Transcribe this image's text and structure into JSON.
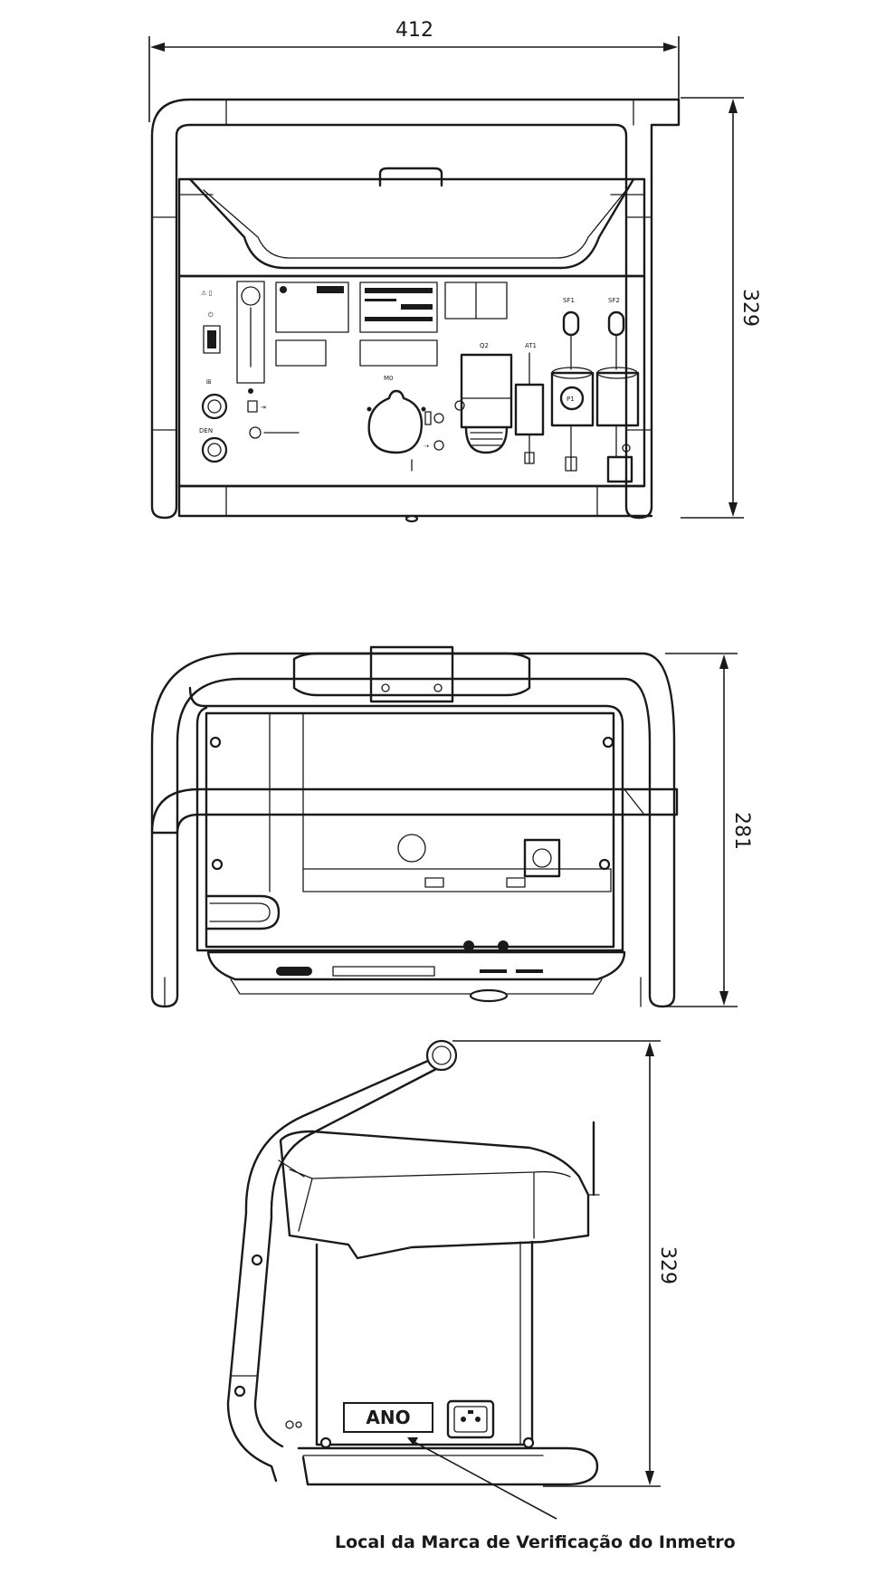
{
  "dimensions": {
    "front_width": "412",
    "front_height": "329",
    "rear_height": "281",
    "side_height": "329"
  },
  "panel_labels": {
    "q2": "Q2",
    "at1": "AT1",
    "sf1": "SF1",
    "sf2": "SF2",
    "m0": "M0"
  },
  "side_view": {
    "year_label": "ANO",
    "caption": "Local da Marca de Verificação do Inmetro"
  }
}
